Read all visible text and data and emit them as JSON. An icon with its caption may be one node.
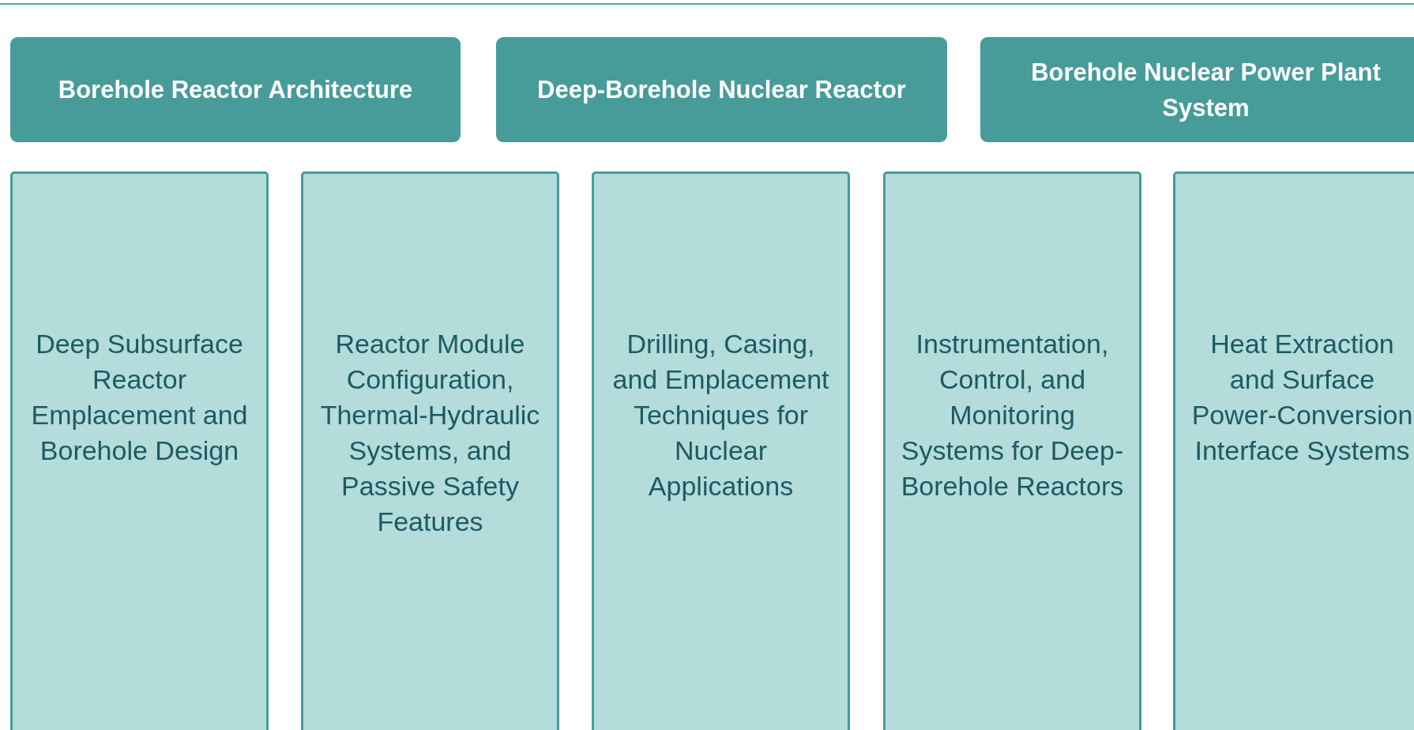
{
  "diagram": {
    "nodes": [
      {
        "text": [
          "Borehole Reactor Architecture"
        ]
      },
      {
        "text": [
          "Deep-Borehole Nuclear Reactor"
        ]
      },
      {
        "text": [
          "Borehole Nuclear Power Plant System"
        ]
      },
      {
        "text": [
          "Deep Subsurface Reactor Emplacement and Borehole Design"
        ]
      },
      {
        "text": [
          "Reactor Module Configuration, Thermal-Hydraulic Systems, and Passive Safety Features"
        ]
      },
      {
        "text": [
          "Drilling, Casing, and Emplacement Techniques for Nuclear Applications"
        ]
      },
      {
        "text": [
          "Instrumentation, Control, and Monitoring Systems for Deep-Borehole Reactors"
        ]
      },
      {
        "text": [
          "Heat Extraction and Surface Power-Conversion Interface Systems"
        ]
      }
    ]
  }
}
